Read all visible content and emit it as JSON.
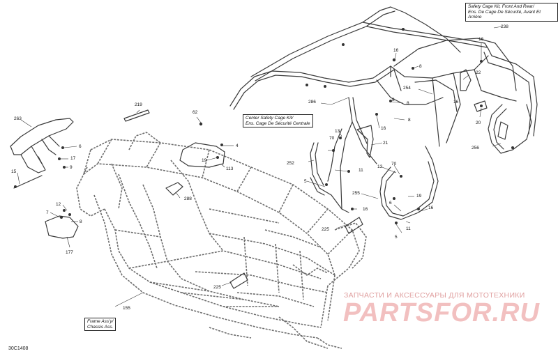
{
  "diagram": {
    "code": "30C1408",
    "watermark": {
      "line1": "ЗАПЧАСТИ И АКСЕССУАРЫ ДЛЯ МОТОТЕХНИКИ",
      "line2": "PARTSFOR.RU"
    },
    "boxes": {
      "safety_cage": {
        "line1": "Safety Cage Kit, Front And Rear/",
        "line2": "Ens. De Cage De Sécurité, Avant Et Arrière"
      },
      "center_cage": {
        "line1": "Center Safety Cage Kit/",
        "line2": "Ens. Cage De Sécurité Centrale"
      },
      "frame": {
        "line1": "Frame Ass'y/",
        "line2": "Chassis Ass."
      }
    },
    "callouts": [
      "238",
      "16",
      "8",
      "16",
      "8",
      "22",
      "254",
      "16",
      "8",
      "286",
      "16",
      "13",
      "70",
      "21",
      "8",
      "20",
      "256",
      "263",
      "6",
      "17",
      "9",
      "15",
      "219",
      "62",
      "4",
      "19",
      "113",
      "288",
      "252",
      "5",
      "11",
      "13",
      "70",
      "19",
      "255",
      "12",
      "7",
      "8",
      "177",
      "16",
      "225",
      "6",
      "16",
      "11",
      "5",
      "225",
      "155"
    ]
  }
}
